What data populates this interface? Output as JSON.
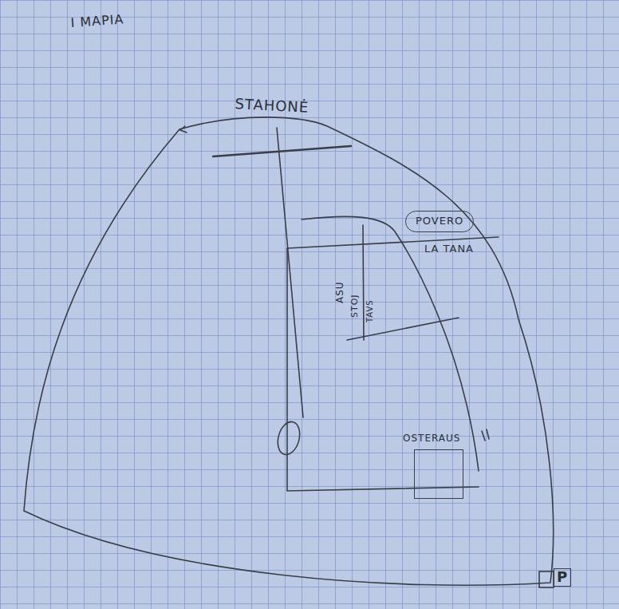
{
  "diagram": {
    "title": "I MAPIA",
    "nodes": [
      {
        "text": [
          "POVERO"
        ]
      },
      {
        "text": [
          "OSTERAUS"
        ]
      },
      {
        "text": [
          "P"
        ]
      }
    ],
    "labels": [
      "STAHONĖ",
      "LA TANA",
      "ASU",
      "STOJ",
      "TAVS"
    ]
  }
}
